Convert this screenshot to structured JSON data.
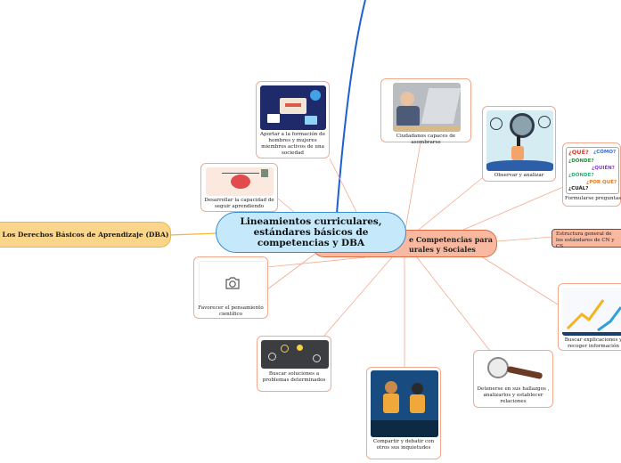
{
  "central_topic": "Lineamientos curriculares, estándares básicos de competencias y DBA",
  "left_topic": "Los Derechos Básicos de Aprendizaje (DBA)",
  "main_branch": {
    "line1_visible": "e Competencias para",
    "line2_visible": "urales y Sociales",
    "color": "#f9b8a0"
  },
  "sub_topic": "Estructura general de los estándares de CN y CS",
  "cards": [
    {
      "id": "aportar",
      "caption": "Aportar a la formación de hombres y mujeres miembros activos de una sociedad",
      "icon": "education-illustration"
    },
    {
      "id": "desarrollar",
      "caption": "Desarrollar la capacidad de seguir aprendiendo",
      "icon": "brain-lifting-illustration"
    },
    {
      "id": "favorecer",
      "caption": "Favorecer el pensamiento científico",
      "icon": "camera-icon"
    },
    {
      "id": "buscar-soluciones",
      "caption": "Buscar soluciones a problemas determinados",
      "icon": "lightbulb-illustration"
    },
    {
      "id": "compartir",
      "caption": "Compartir y debatir con otros sus inquietudes",
      "icon": "debate-illustration"
    },
    {
      "id": "detenerse",
      "caption": "Detenerse en sus hallazgos , analizarlos y establecer relaciones",
      "icon": "magnifier-illustration"
    },
    {
      "id": "buscar-explicaciones",
      "caption": "Buscar explicaciones y recoger información",
      "icon": "growth-chart-illustration"
    },
    {
      "id": "formularse",
      "caption": "Formularse preguntas",
      "icon": "questions-illustration",
      "words": [
        "¿QUÉ?",
        "¿CÓMO?",
        "¿DÓNDE?",
        "¿QUIÉN?",
        "¿DÓNDE?",
        "¿POR QUÉ?",
        "¿CUÁL?"
      ]
    },
    {
      "id": "observar",
      "caption": "Observar y analizar",
      "icon": "observe-illustration"
    },
    {
      "id": "ciudadanos",
      "caption": "Ciudadanos capaces de asombrarse",
      "icon": "surprised-child-photo"
    }
  ],
  "colors": {
    "central_fill": "#c6e8fb",
    "central_border": "#3a8fd0",
    "left_fill": "#fbd68a",
    "branch_line": "#f4a98e",
    "blue_link": "#1f5fd0"
  }
}
